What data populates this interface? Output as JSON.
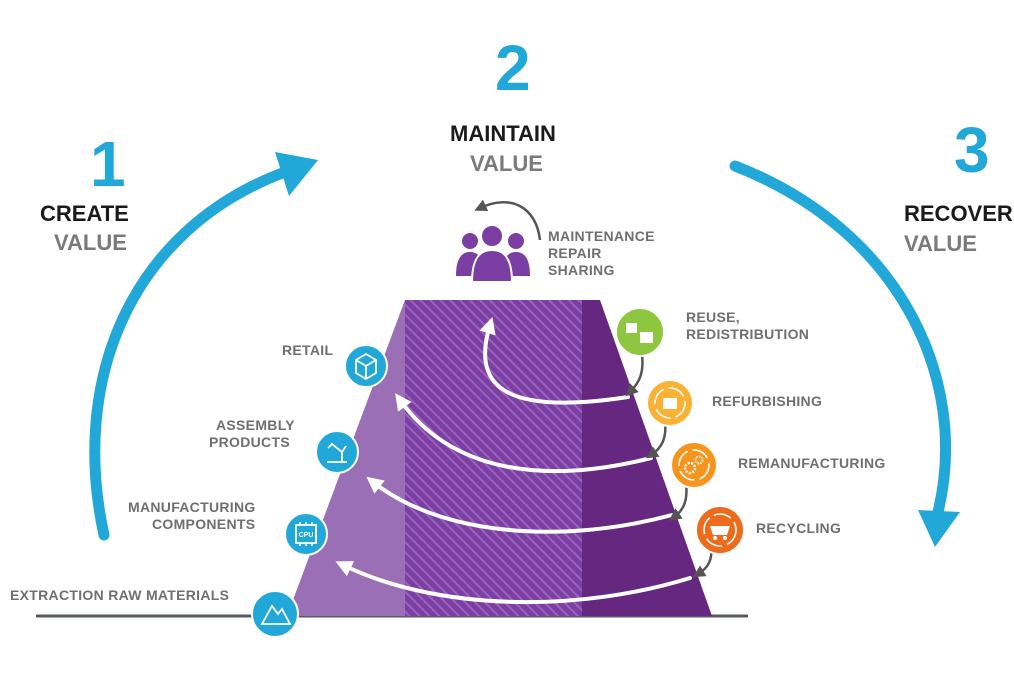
{
  "phases": [
    {
      "number": "1",
      "line1": "CREATE",
      "line2": "VALUE"
    },
    {
      "number": "2",
      "line1": "MAINTAIN",
      "line2": "VALUE"
    },
    {
      "number": "3",
      "line1": "RECOVER",
      "line2": "VALUE"
    }
  ],
  "maintain_labels": [
    "MAINTENANCE",
    "REPAIR",
    "SHARING"
  ],
  "left_stages": [
    {
      "line1": "RETAIL",
      "line2": ""
    },
    {
      "line1": "ASSEMBLY",
      "line2": "PRODUCTS"
    },
    {
      "line1": "MANUFACTURING",
      "line2": "COMPONENTS"
    },
    {
      "line1": "EXTRACTION RAW MATERIALS",
      "line2": ""
    }
  ],
  "right_stages": [
    {
      "line1": "REUSE,",
      "line2": "REDISTRIBUTION"
    },
    {
      "line1": "REFURBISHING",
      "line2": ""
    },
    {
      "line1": "REMANUFACTURING",
      "line2": ""
    },
    {
      "line1": "RECYCLING",
      "line2": ""
    }
  ],
  "icons": {
    "maintain": "people-group-icon",
    "retail": "box-icon",
    "assembly": "robot-arm-icon",
    "manufacturing": "cpu-chip-icon",
    "extraction": "mountain-icon",
    "reuse": "boxes-icon",
    "refurbishing": "refurbish-box-icon",
    "remanufacturing": "gears-icon",
    "recycling": "mine-cart-icon",
    "cpu_text": "CPU"
  },
  "colors": {
    "cycle_blue": "#21a8d8",
    "purple_light": "#9b6fb5",
    "purple_mid": "#7b3fa3",
    "purple_dark": "#65277f",
    "green": "#8dc63f",
    "amber": "#f9b233",
    "orange": "#f7941d",
    "deep_orange": "#ec6b1d"
  }
}
